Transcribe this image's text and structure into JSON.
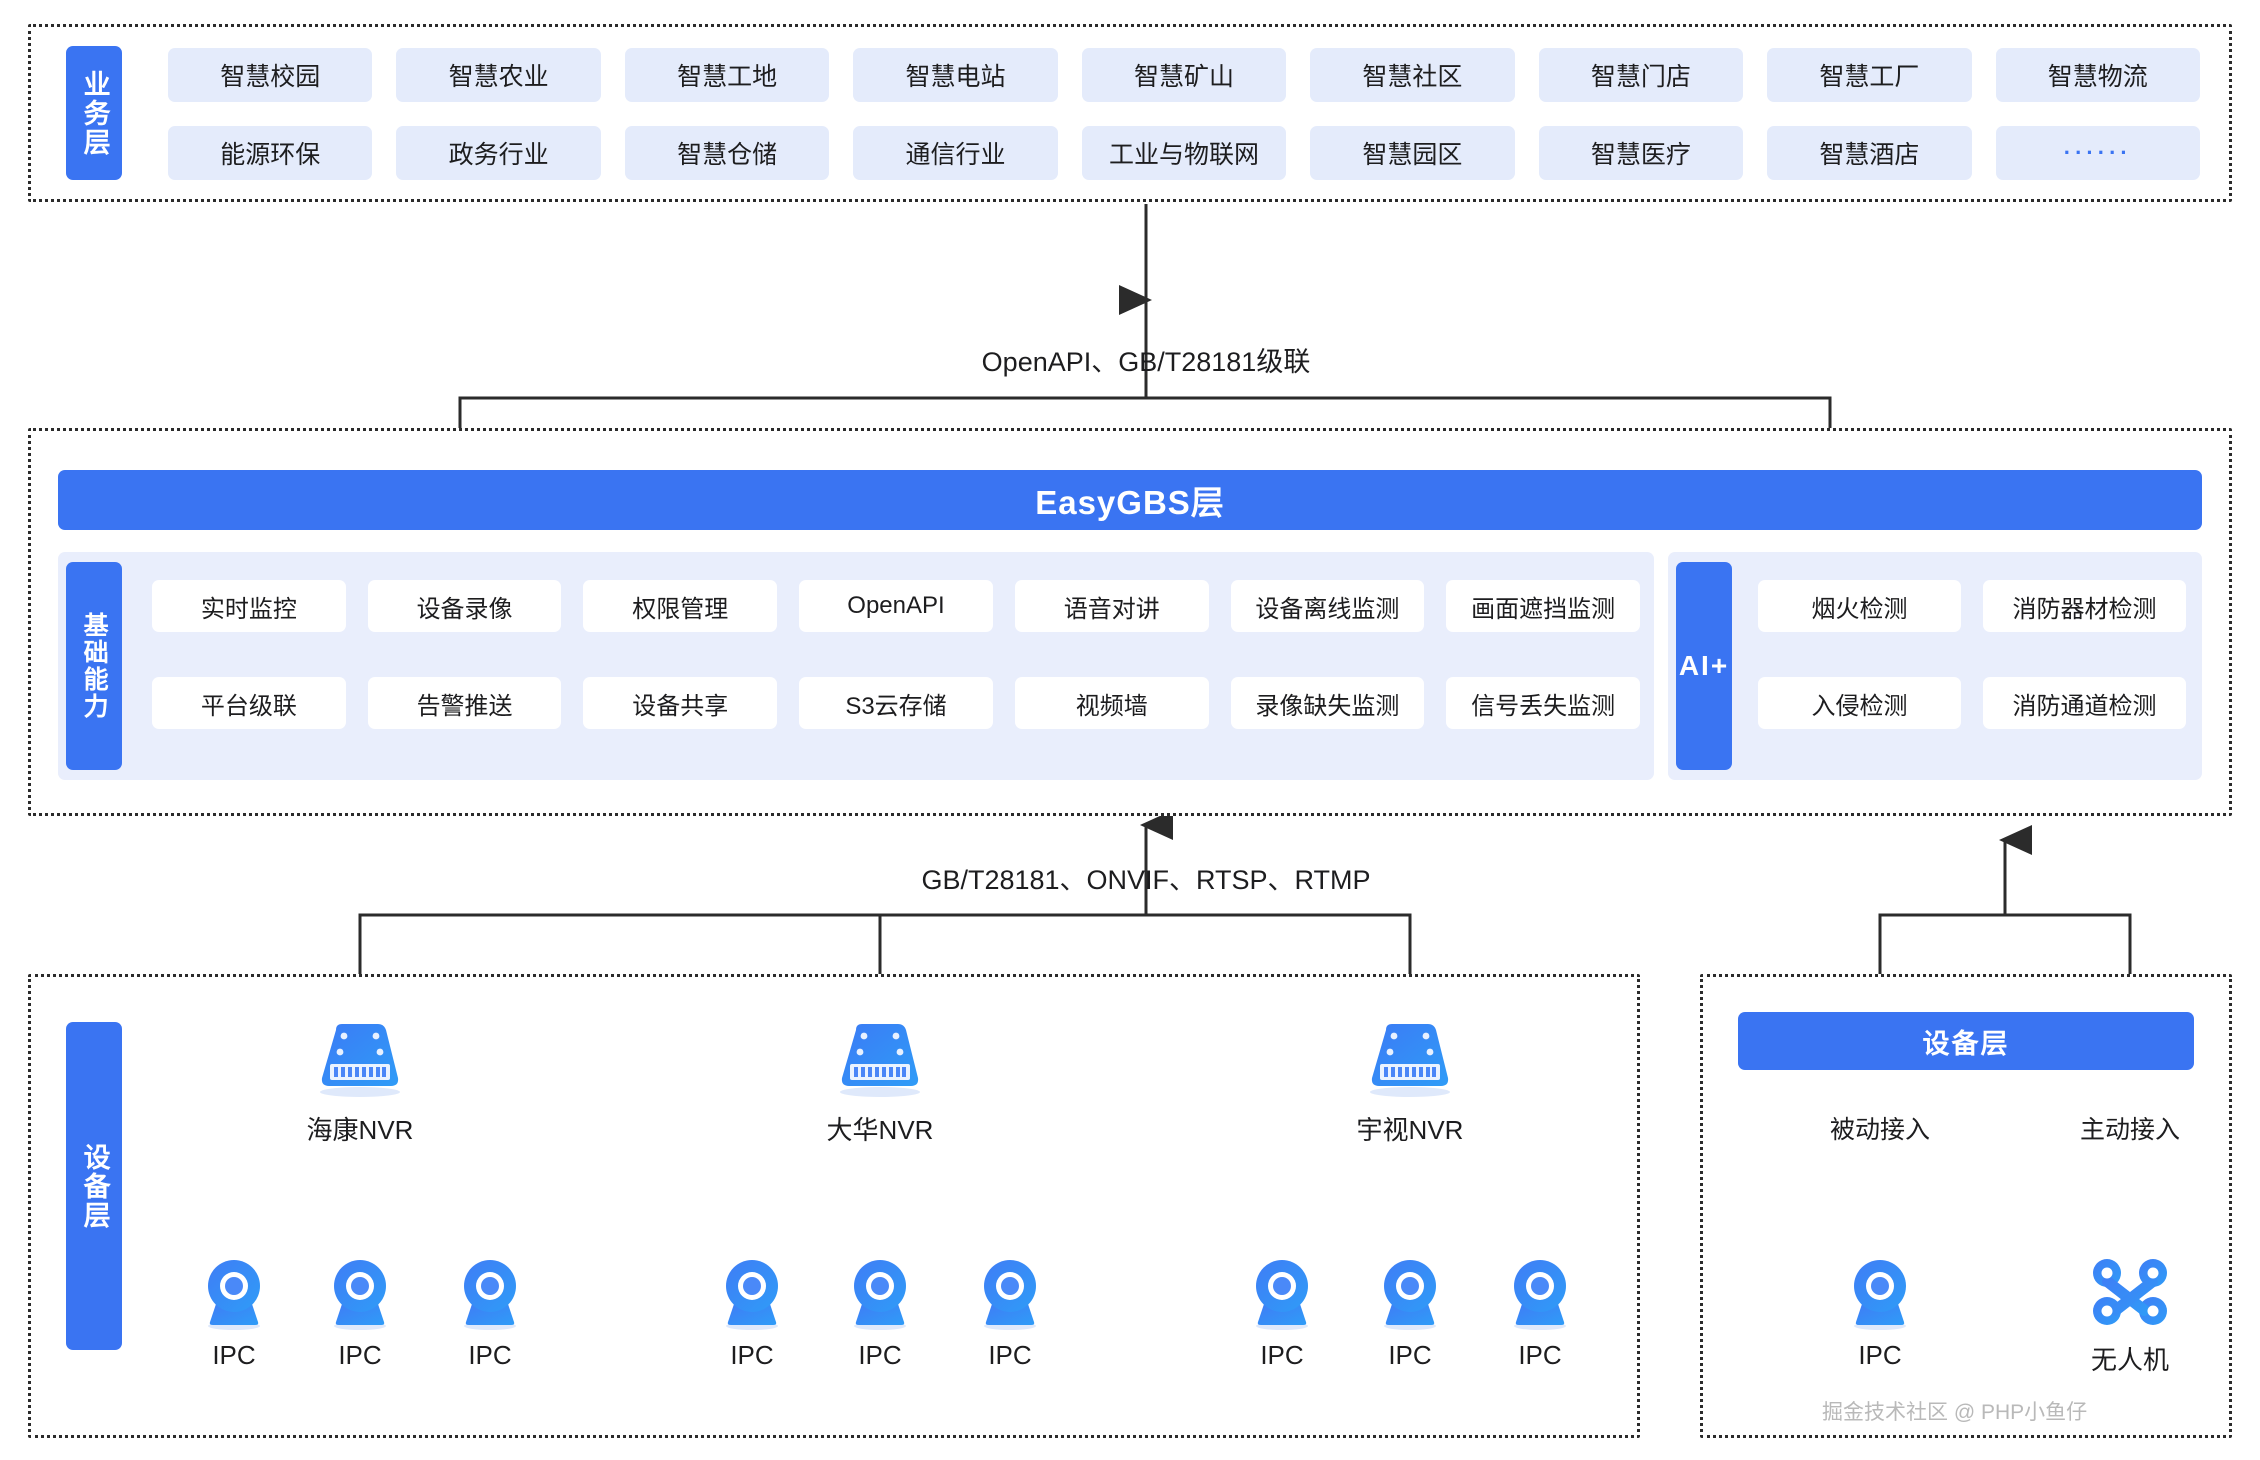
{
  "business_layer": {
    "rail_label": "业务层",
    "items": [
      "智慧校园",
      "智慧农业",
      "智慧工地",
      "智慧电站",
      "智慧矿山",
      "智慧社区",
      "智慧门店",
      "智慧工厂",
      "智慧物流",
      "能源环保",
      "政务行业",
      "智慧仓储",
      "通信行业",
      "工业与物联网",
      "智慧园区",
      "智慧医疗",
      "智慧酒店",
      "······"
    ]
  },
  "connector_top": {
    "label": "OpenAPI、GB/T28181级联"
  },
  "platform_layer": {
    "title": "EasyGBS层",
    "rail_label": "基础能力",
    "ai_rail_label": "AI+",
    "capabilities": [
      "实时监控",
      "设备录像",
      "权限管理",
      "OpenAPI",
      "语音对讲",
      "设备离线监测",
      "画面遮挡监测",
      "平台级联",
      "告警推送",
      "设备共享",
      "S3云存储",
      "视频墙",
      "录像缺失监测",
      "信号丢失监测"
    ],
    "ai_capabilities": [
      "烟火检测",
      "消防器材检测",
      "入侵检测",
      "消防通道检测"
    ]
  },
  "connector_bottom": {
    "label": "GB/T28181、ONVIF、RTSP、RTMP"
  },
  "device_layer_left": {
    "rail_label": "设备层",
    "nvr_groups": [
      {
        "name": "海康NVR",
        "children": [
          "IPC",
          "IPC",
          "IPC"
        ]
      },
      {
        "name": "大华NVR",
        "children": [
          "IPC",
          "IPC",
          "IPC"
        ]
      },
      {
        "name": "宇视NVR",
        "children": [
          "IPC",
          "IPC",
          "IPC"
        ]
      }
    ]
  },
  "device_layer_right": {
    "pill_label": "设备层",
    "branches": [
      {
        "mode": "被动接入",
        "node": "IPC",
        "icon": "camera-icon"
      },
      {
        "mode": "主动接入",
        "node": "无人机",
        "icon": "drone-icon"
      }
    ]
  },
  "watermark": "掘金技术社区 @ PHP小鱼仔",
  "colors": {
    "accent": "#3a74f2",
    "chip_bg": "#e4ebfb",
    "panel_bg": "#e9eefc",
    "line": "#2b2b2b"
  }
}
